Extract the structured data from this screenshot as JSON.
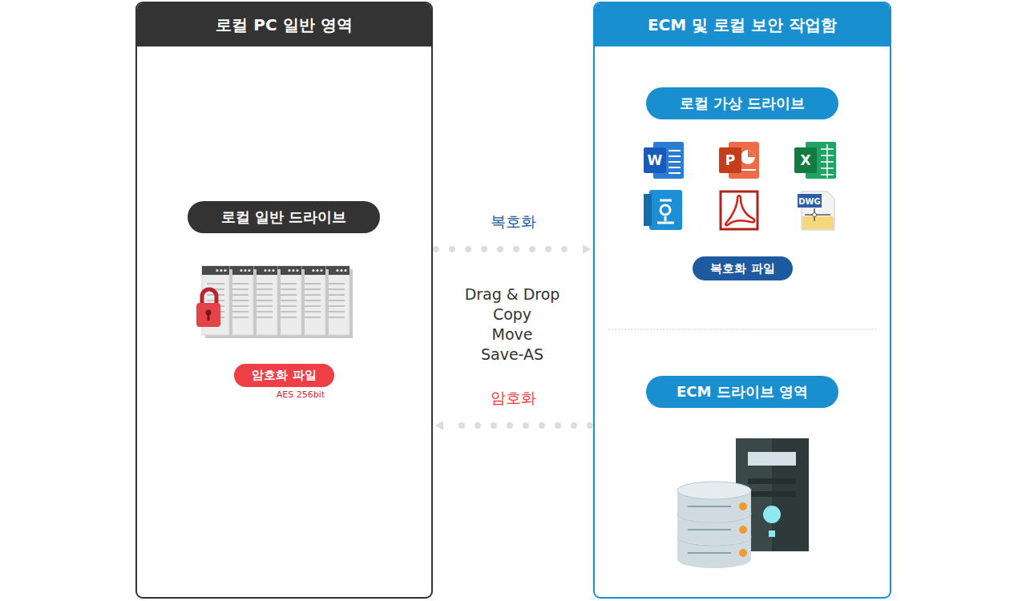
{
  "diagram": {
    "nodes": [
      {
        "text": [
          "로컬 PC 일반 영역"
        ]
      },
      {
        "text": [
          "로컬 일반 드라이브"
        ],
        "in": 0
      },
      {
        "text": [
          "암호화 파일"
        ],
        "in": 0
      },
      {
        "text": [
          "ECM 및 로컬 보안 작업함"
        ]
      },
      {
        "text": [
          "로컬 가상 드라이브"
        ],
        "in": 3
      },
      {
        "text": [
          "복호화 파일"
        ],
        "in": 3
      },
      {
        "text": [
          "ECM 드라이브 영역"
        ],
        "in": 3
      }
    ],
    "edges": [
      {
        "from": 0,
        "to": 3,
        "label": "복호화",
        "arrow": "to"
      },
      {
        "from": 3,
        "to": 0,
        "label": "암호화",
        "arrow": "to"
      }
    ],
    "labels": [
      "AES 256bit",
      "Drag & Drop",
      "Copy",
      "Move",
      "Save-AS",
      "W",
      "P",
      "X",
      "DWG"
    ]
  }
}
